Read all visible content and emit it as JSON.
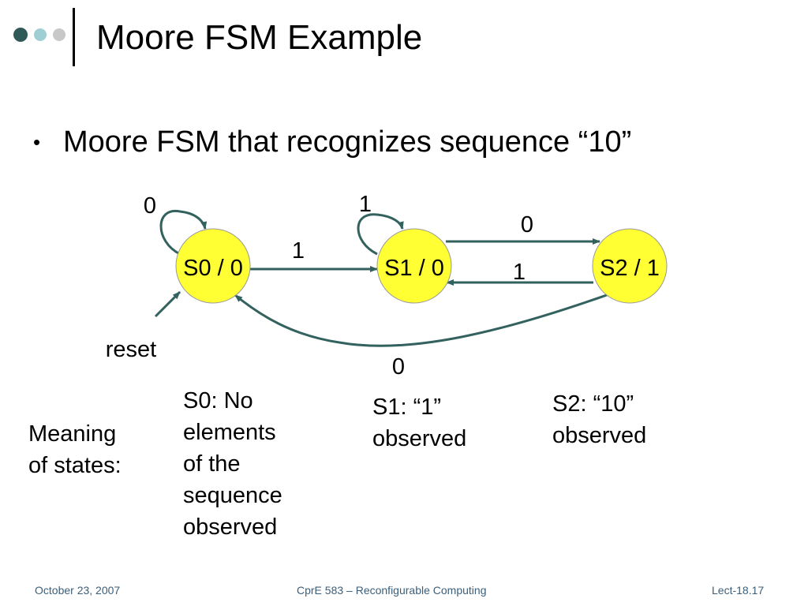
{
  "slide": {
    "title": "Moore FSM Example",
    "bullet": "Moore FSM that recognizes sequence “10”"
  },
  "diagram": {
    "states": [
      {
        "id": "s0",
        "label": "S0 / 0"
      },
      {
        "id": "s1",
        "label": "S1 / 0"
      },
      {
        "id": "s2",
        "label": "S2 / 1"
      }
    ],
    "edge_labels": {
      "s0_self": "0",
      "s1_self": "1",
      "s0_to_s1": "1",
      "s1_to_s2": "0",
      "s2_to_s1": "1",
      "s2_to_s0": "0"
    },
    "reset_label": "reset"
  },
  "meanings": {
    "heading": [
      "Meaning",
      "of states:"
    ],
    "s0": [
      "S0: No",
      "elements",
      "of the",
      "sequence",
      "observed"
    ],
    "s1": [
      "S1: “1”",
      "observed"
    ],
    "s2": [
      "S2: “10”",
      "observed"
    ]
  },
  "footer": {
    "date": "October 23, 2007",
    "course": "CprE 583 – Reconfigurable Computing",
    "page": "Lect-18.17"
  },
  "colors": {
    "state_fill": "#ffff33",
    "arrow": "#33625e",
    "footer_text": "#3b5f7a",
    "dot_dark": "#2f5a57",
    "dot_mid": "#9fcfd3",
    "dot_light": "#c8c8c8"
  }
}
